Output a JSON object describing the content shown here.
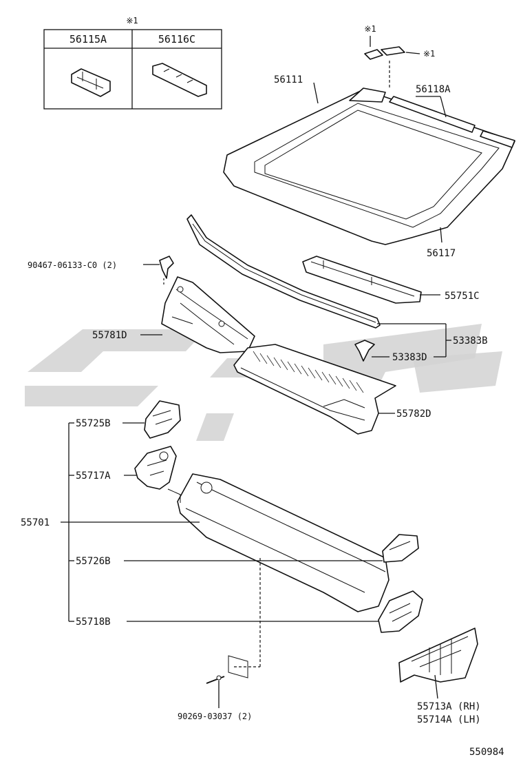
{
  "inset": {
    "note_mark": "※1",
    "columns": [
      "56115A",
      "56116C"
    ]
  },
  "callouts": {
    "top_note_mark": "※1",
    "side_note_mark": "※1"
  },
  "labels": {
    "p56111": "56111",
    "p56118A": "56118A",
    "p56117": "56117",
    "p90467": "90467-06133-C0 (2)",
    "p55751C": "55751C",
    "p55781D": "55781D",
    "p53383B": "53383B",
    "p53383D": "53383D",
    "p55782D": "55782D",
    "p55725B": "55725B",
    "p55717A": "55717A",
    "p55701": "55701",
    "p55726B": "55726B",
    "p55718B": "55718B",
    "p90269": "90269-03037 (2)",
    "p55713A": "55713A (RH)",
    "p55714A": "55714A (LH)",
    "diagram_code": "550984"
  }
}
